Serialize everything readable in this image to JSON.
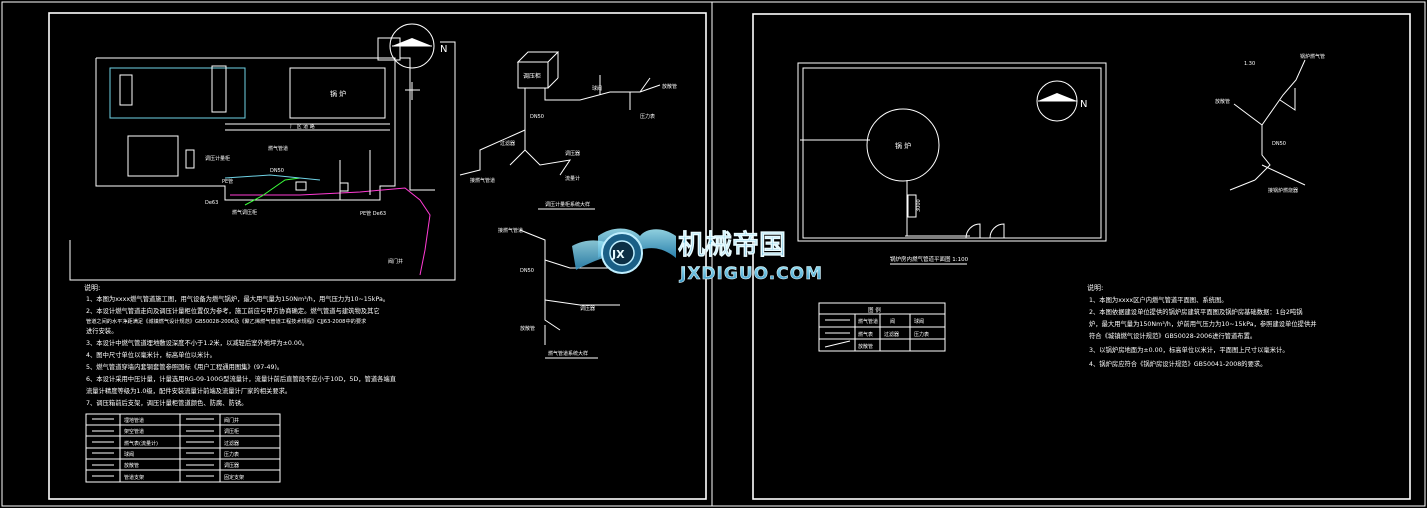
{
  "sheet_left": {
    "site_plan": {
      "building_label": "锅 炉",
      "meter_label": "调压计量柜",
      "pipe_labels": [
        "燃气管道",
        "DN50",
        "PE管",
        "De63",
        "PE管 De63"
      ],
      "road_label": "厂 区 道 路",
      "regulator_label": "燃气调压柜",
      "valve_label": "阀门井"
    },
    "axon_top": {
      "box_label": "调压柜",
      "labels": [
        "接燃气管道",
        "DN50",
        "球阀",
        "放散管",
        "压力表",
        "过滤器",
        "调压器",
        "流量计"
      ],
      "caption": "调压计量柜系统大样"
    },
    "axon_bottom": {
      "labels": [
        "接燃气管道",
        "DN50",
        "调压器",
        "放散管"
      ],
      "caption": "燃气管道系统大样"
    },
    "notes_title": "说明:",
    "notes": [
      "1、本图为xxxx燃气管道施工图，用气设备为燃气锅炉，最大用气量为150Nm³/h，用气压力为10~15kPa。",
      "2、本设计燃气管道走向及调压计量柜位置仅为参考，施工前应与甲方协商确定。燃气管道与建筑物及其它",
      "   管道之间的水平净距满足《城镇燃气设计规范》GB50028-2006及《聚乙烯燃气管道工程技术规程》CJJ63-2008中的要求",
      "   进行安装。",
      "3、本设计中燃气管道埋地敷设深度不小于1.2米，以减轻后室外地坪为±0.00。",
      "4、图中尺寸单位以毫米计，标高单位以米计。",
      "5、燃气管道穿墙内套钢套管参照国标《用户工程通用图集》(97-49)。",
      "6、本设计采用中压计量，计量选用RG-09-100G型流量计，流量计前后直管段不应小于10D，5D，管道各端直",
      "   流量计精度等级为1.0级，配件安装流量计前端及流量计厂家的相关要求。",
      "7、调压箱前后支架，调压计量柜管道颜色、防腐、防锈。"
    ],
    "legend": {
      "rows": [
        [
          "埋地管道",
          "阀门井"
        ],
        [
          "架空管道",
          "调压柜"
        ],
        [
          "燃气表(流量计)",
          "过滤器"
        ],
        [
          "球阀",
          "压力表"
        ],
        [
          "放散管",
          "调压器"
        ],
        [
          "管道支架",
          "固定支架"
        ]
      ]
    }
  },
  "watermark": {
    "cn": "机械帝国",
    "en": "JXDIGUO.COM",
    "logo": "JX"
  },
  "sheet_right": {
    "plan_label": "锅 炉",
    "room_label": "锅炉房内燃气管道平面图 1:100",
    "dim_label": "3000",
    "legend_title": "图 例",
    "legend_rows": [
      [
        "燃气管道",
        "阀",
        "球阀"
      ],
      [
        "燃气表",
        "过滤器",
        "压力表"
      ],
      [
        "放散管",
        "",
        ""
      ]
    ],
    "axon_labels": [
      "放散管",
      "DN50",
      "接锅炉燃烧器",
      "锅炉燃气管",
      "1.30"
    ],
    "notes_title": "说明:",
    "notes": [
      "1、本图为xxxx区户内燃气管道平面图、系统图。",
      "2、本图依据建设单位提供的锅炉房建筑平面图及锅炉房基础数据：1台2吨锅",
      "   炉，最大用气量为150Nm³/h，炉前用气压力为10~15kPa，参照建设单位提供并",
      "   符合《城镇燃气设计规范》GB50028-2006进行管道布置。",
      "3、以锅炉房地面为±0.00，标高单位以米计，平面图上尺寸以毫米计。",
      "4、锅炉房应符合《锅炉房设计规范》GB50041-2008的要求。"
    ]
  },
  "north_label": "N"
}
